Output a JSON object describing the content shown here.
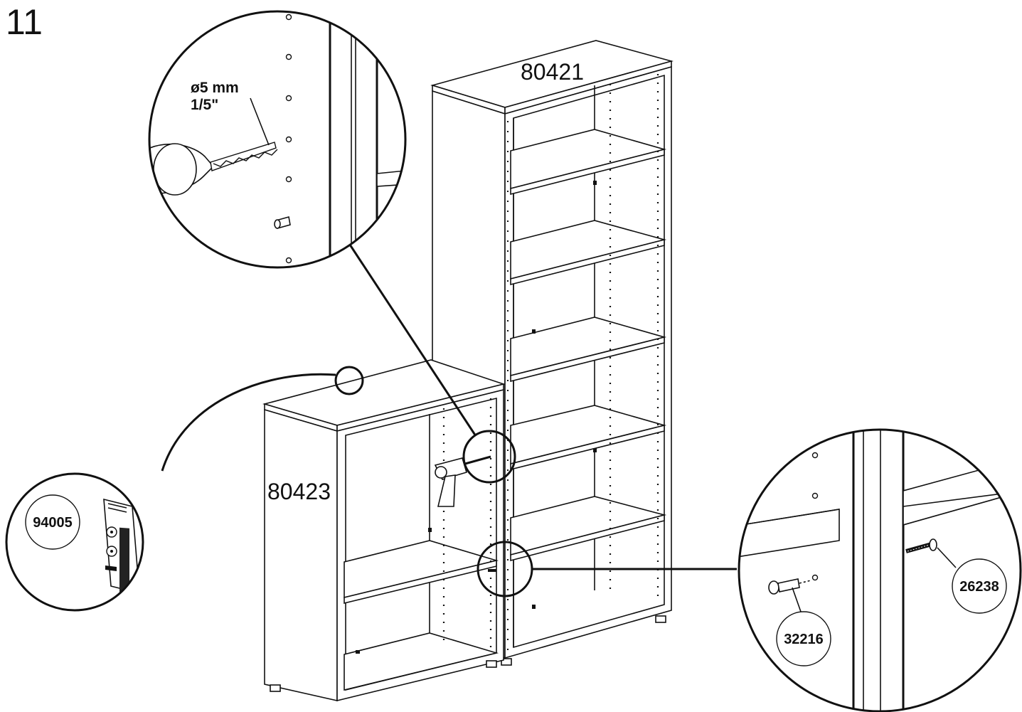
{
  "step_number": "11",
  "drill_spec": {
    "diameter": "ø5 mm",
    "inch": "1/5\""
  },
  "labels": {
    "tall_unit": "80421",
    "low_unit": "80423",
    "sticker_part": "94005",
    "screw_part": "32216",
    "bolt_part": "26238"
  },
  "colors": {
    "line": "#111111",
    "background": "#ffffff"
  }
}
